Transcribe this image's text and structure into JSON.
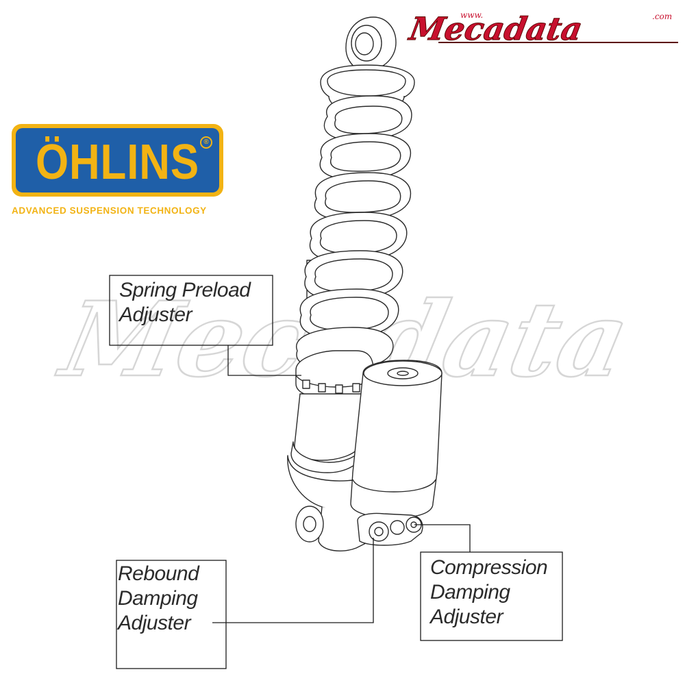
{
  "brand": {
    "logo_word": "ÖHLINS",
    "logo_registered": "®",
    "tagline": "ADVANCED SUSPENSION TECHNOLOGY",
    "colors": {
      "logo_blue": "#1f5fa8",
      "logo_gold": "#f2b314"
    }
  },
  "watermark": {
    "top_prefix": "www.",
    "top_word": "Mecadata",
    "top_suffix": ".com",
    "center_word": "Mecadata",
    "colors": {
      "top_fill": "#c8102e",
      "center_fill": "#ffffff",
      "center_stroke": "#d9d9d9"
    }
  },
  "callouts": {
    "spring_preload": "Spring Preload\nAdjuster",
    "rebound_damping": "Rebound\nDamping\nAdjuster",
    "compression_damping": "Compression\nDamping\nAdjuster"
  },
  "icons": {
    "logo": "ohlins-logo",
    "shock": "rear-shock-absorber-drawing"
  }
}
